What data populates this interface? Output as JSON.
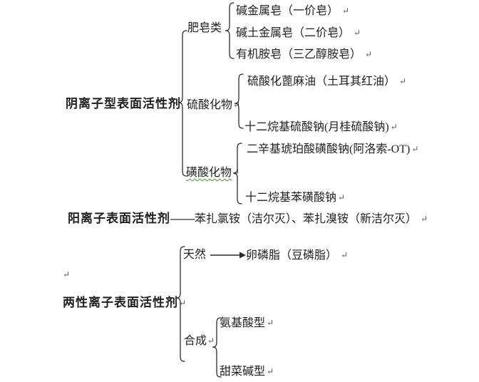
{
  "marks": {
    "pilcrow": "↵"
  },
  "anionic": {
    "label": "阴离子型表面活性剂",
    "groups": [
      {
        "label": "肥皂类",
        "items": [
          "碱金属皂（一价皂）",
          "碱土金属皂（二价皂）",
          "有机胺皂（三乙醇胺皂）"
        ]
      },
      {
        "label": "硫酸化物",
        "items": [
          "硫酸化蓖麻油（土耳其红油）",
          "十二烷基硫酸钠(月桂硫酸钠)"
        ]
      },
      {
        "label": "磺酸化物",
        "items": [
          "二辛基琥珀酸磺酸钠(阿洛索-OT)",
          "十二烷基苯磺酸钠"
        ]
      }
    ]
  },
  "cationic": {
    "label": "阳离子表面活性剂",
    "connector": "——",
    "content": "苯扎氯铵（洁尔灭）、苯扎溴铵（新洁尔灭）"
  },
  "amphoteric": {
    "label": "两性离子表面活性剂",
    "natural": {
      "label": "天然",
      "item": "卵磷脂（豆磷脂）"
    },
    "synthetic": {
      "label": "合成",
      "items": [
        "氨基酸型",
        "甜菜碱型"
      ]
    }
  },
  "colors": {
    "text": "#1f1f1f",
    "paragraph_mark": "#555555",
    "spellcheck_underline": "#33a02c",
    "background": "#ffffff"
  }
}
